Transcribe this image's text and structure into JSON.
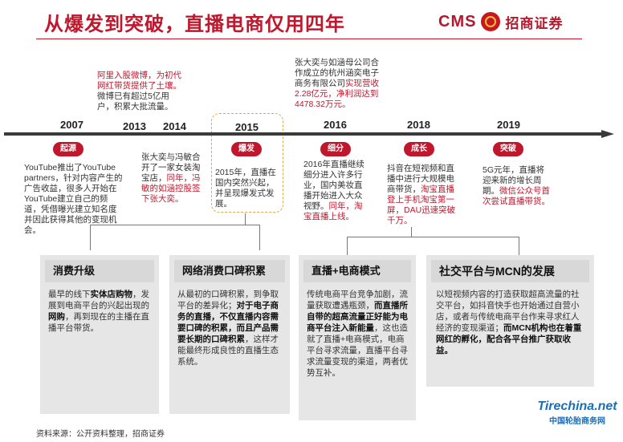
{
  "header": {
    "title": "从爆发到突破，直播电商仅用四年",
    "logo_cms": "CMS",
    "logo_cn": "招商证券"
  },
  "timeline": {
    "years": [
      "2007",
      "2013",
      "2014",
      "2015",
      "2016",
      "2018",
      "2019"
    ],
    "stages": {
      "origin": "起源",
      "burst": "爆发",
      "segment": "细分",
      "growth": "成长",
      "breakthrough": "突破"
    }
  },
  "events": {
    "e2007": "YouTube推出了YouTube partners，针对内容产生的广告收益，很多人开始在YouTube建立自己的频道，凭借曝光建立知名度并因此获得其他的变现机会。",
    "e2013_red": "阿里入股微博，为初代网红带货提供了土壤。",
    "e2013_black": "微博已有超过5亿用户，积累大批流量。",
    "e2014_black": "张大奕与冯敏合开了一家女装淘宝店，",
    "e2014_red": "同年，冯敏的如涵控股签下张大奕。",
    "e2015": "2015年，直播在国内突然兴起，并呈现爆发式发展。",
    "e2016_top_black": "张大奕与如涵母公司合作成立的杭州涵奕电子商务有限公司",
    "e2016_top_red": "实现营收2.28亿元，净利润达到4478.32万元。",
    "e2016_bottom_black": "2016年直播继续细分进入许多行业，国内美妆直播开始进入大众视野。",
    "e2016_bottom_red": "同年，淘宝直播上线。",
    "e2018_black": "抖音在短视频和直播中进行大规模电商带货，",
    "e2018_red": "淘宝直播登上手机淘宝第一屏，DAU迅速突破千万。",
    "e2019_black": "5G元年，直播将迎来新的增长周期。",
    "e2019_red": "微信公众号首次尝试直播带货。"
  },
  "cards": {
    "c1": {
      "title": "消费升级",
      "p1": "最早的线下",
      "b1": "实体店购物",
      "p2": "，发展到电商平台的兴起出现的",
      "b2": "网购",
      "p3": "，再到现在的主播在直播平台带货。"
    },
    "c2": {
      "title": "网络消费口碑积累",
      "p1": "从最初的口碑积累，到争取平台的差异化；",
      "b1": "对于电子商务的直播，不仅直播内容需要口碑的积累，而且产品需要长期的口碑积累",
      "p2": "，这样才能最终形成良性的直播生态系统。"
    },
    "c3": {
      "title": "直播+电商模式",
      "p1": "传统电商平台竞争加剧，流量获取遭遇瓶颈，",
      "b1": "而直播所自带的超高流量正好能为电商平台注入新能量",
      "p2": "，这也造就了直播+电商模式，电商平台寻求流量，直播平台寻求流量变现的渠道，两者优势互补。"
    },
    "c4": {
      "title": "社交平台与MCN的发展",
      "p1": "以短视频内容的打造获取超高流量的社交平台，如抖音快手也开始通过自营小店，或者与传统电商平台作来寻求红人经济的变现渠道；",
      "b1": "而MCN机构也在着重网红的孵化，配合各平台推广获取收益。"
    }
  },
  "footer": {
    "source": "资料来源：公开资料整理，招商证券"
  },
  "watermark": {
    "brand": "Tirechina.net",
    "cn": "中国轮胎商务网"
  },
  "colors": {
    "accent": "#c0172d",
    "card_bg": "#e6e6e6",
    "timeline": "#3a3a3a",
    "dashed": "#e0a74a"
  }
}
